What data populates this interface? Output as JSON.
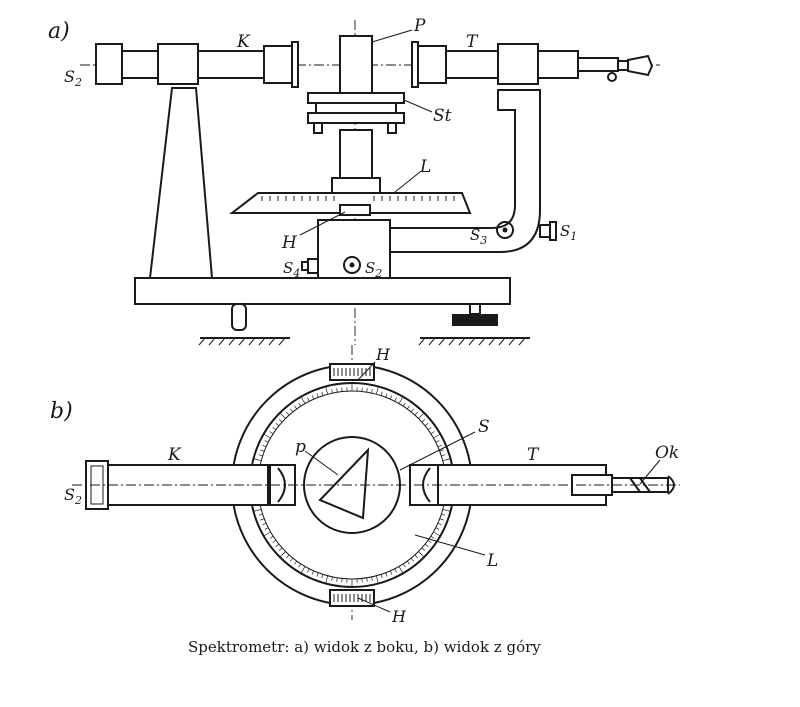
{
  "panels": {
    "a": "a)",
    "b": "b)"
  },
  "labels_a": {
    "K": "K",
    "P": "P",
    "T": "T",
    "S2_left": "S2",
    "St": "St",
    "L": "L",
    "H": "H",
    "S3": "S3",
    "S1": "S1",
    "S4": "S4",
    "S2_bottom": "S2"
  },
  "labels_b": {
    "H_top": "H",
    "S": "S",
    "p": "p",
    "K": "K",
    "T": "T",
    "Ok": "Ok",
    "S2": "S2",
    "L": "L",
    "H_bottom": "H"
  },
  "caption": "Spektrometr: a) widok z boku, b) widok z góry"
}
